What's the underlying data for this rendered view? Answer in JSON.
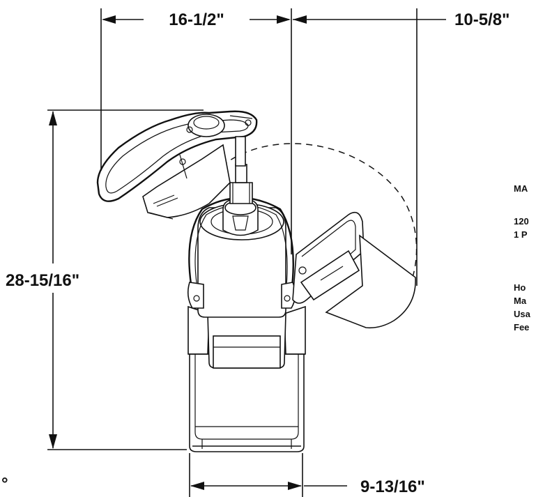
{
  "dimensions": {
    "top_width": "16-1/2\"",
    "top_right": "10-5/8\"",
    "height": "28-15/16\"",
    "bottom_width": "9-13/16\""
  },
  "side_labels": [
    "MA",
    "120",
    "1 P",
    "Ho",
    "Ma",
    "Usa",
    "Fee"
  ],
  "bottom_left_mark": "°"
}
